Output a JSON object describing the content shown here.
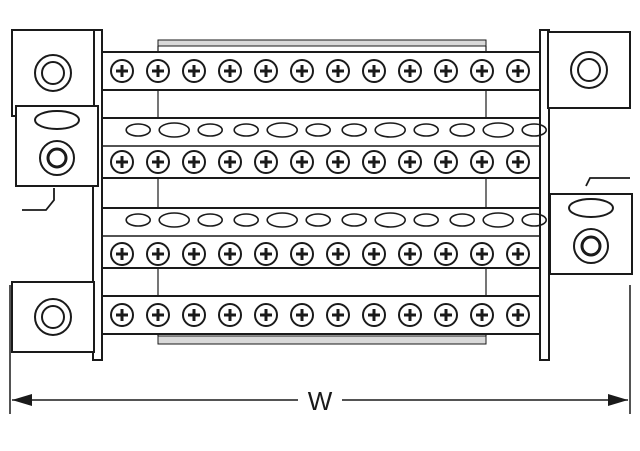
{
  "drawing": {
    "subject": "terminal-block-line-drawing",
    "line_color": "#1a1a1a",
    "background": "#ffffff",
    "fill_light": "#ffffff",
    "rail_shade": "#d9d9d9"
  },
  "terminal_rows": [
    {
      "id": "row-1",
      "screw_count": 12,
      "has_oval_row": false
    },
    {
      "id": "row-2",
      "screw_count": 12,
      "has_oval_row": true
    },
    {
      "id": "row-3",
      "screw_count": 12,
      "has_oval_row": true
    },
    {
      "id": "row-4",
      "screw_count": 12,
      "has_oval_row": false
    }
  ],
  "dimension": {
    "label": "W"
  }
}
